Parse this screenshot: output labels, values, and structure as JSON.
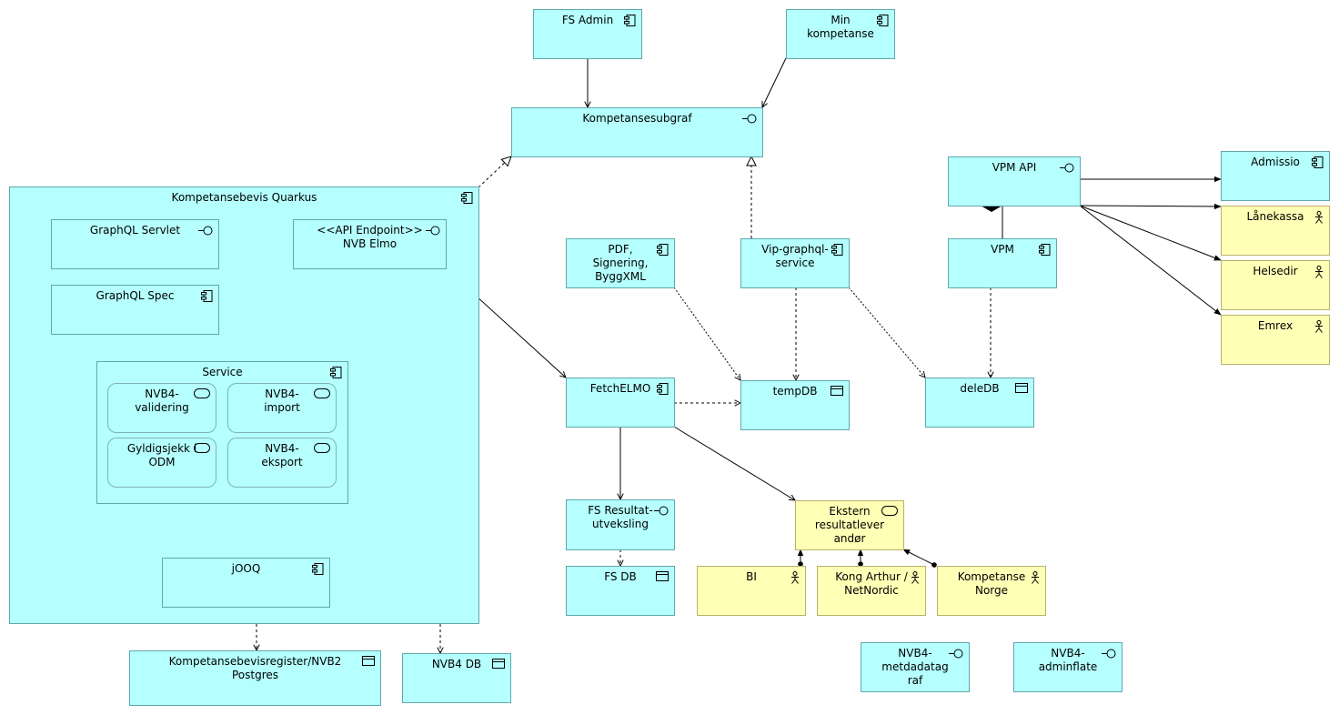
{
  "diagram": {
    "nodes": {
      "fs_admin": "FS Admin",
      "min_kompetanse": "Min\nkompetanse",
      "kompetansesubgraf": "Kompetansesubgraf",
      "quarkus": "Kompetansebevis Quarkus",
      "graphql_servlet": "GraphQL Servlet",
      "api_endpoint": "<<API Endpoint>>\nNVB Elmo",
      "graphql_spec": "GraphQL Spec",
      "service": "Service",
      "validering": "NVB4-\nvalidering",
      "import": "NVB4-\nimport",
      "gyldigsjekk": "Gyldigsjekk i\nODM",
      "eksport": "NVB4-\neksport",
      "jooq": "jOOQ",
      "kompetansebevisregister": "Kompetansebevisregister/NVB2\nPostgres",
      "nvb4_db": "NVB4 DB",
      "pdf": "PDF,\nSignering,\nByggXML",
      "vip": "Vip-graphql-\nservice",
      "fetchelmo": "FetchELMO",
      "tempdb": "tempDB",
      "fs_resultat": "FS Resultat-\nutveksling",
      "fs_db": "FS DB",
      "ekstern": "Ekstern\nresultatlever\nandør",
      "bi": "BI",
      "kong_arthur": "Kong Arthur /\nNetNordic",
      "kompetanse_norge": "Kompetanse\nNorge",
      "vpm_api": "VPM API",
      "vpm": "VPM",
      "deledb": "deleDB",
      "admissio": "Admissio",
      "lanekassa": "Lånekassa",
      "helsedir": "Helsedir",
      "emrex": "Emrex",
      "metadatagraf": "NVB4-\nmetdadatag\nraf",
      "adminflate": "NVB4-\nadminflate"
    },
    "colors": {
      "application": "#b5ffff",
      "business": "#ffffb5",
      "edge": "#000000"
    },
    "icons": {
      "component": "component-icon",
      "interface": "interface-icon",
      "service": "service-icon",
      "data": "data-object-icon",
      "actor": "actor-icon"
    }
  }
}
